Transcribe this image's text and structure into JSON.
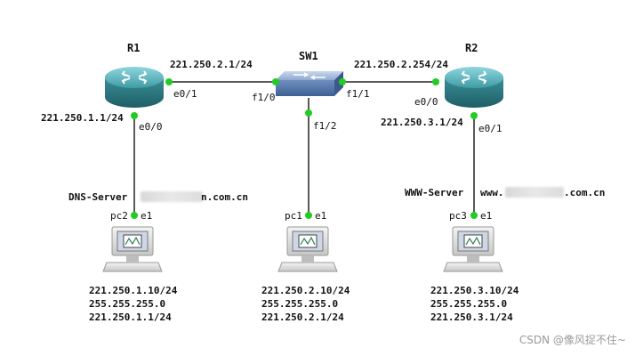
{
  "devices": {
    "r1": {
      "name": "R1",
      "if_up": "e0/1",
      "if_down": "e0/0",
      "ip_up": "221.250.2.1/24",
      "ip_down": "221.250.1.1/24"
    },
    "sw1": {
      "name": "SW1",
      "if_left": "f1/0",
      "if_right": "f1/1",
      "if_down": "f1/2"
    },
    "r2": {
      "name": "R2",
      "if_up": "e0/0",
      "if_down": "e0/1",
      "ip_up": "221.250.2.254/24",
      "ip_down": "221.250.3.1/24"
    }
  },
  "hosts": [
    {
      "name": "pc2",
      "iface": "e1",
      "role": "DNS-Server",
      "domain_suffix": "n.com.cn",
      "ip": "221.250.1.10/24",
      "mask": "255.255.255.0",
      "gateway": "221.250.1.1/24"
    },
    {
      "name": "pc1",
      "iface": "e1",
      "ip": "221.250.2.10/24",
      "mask": "255.255.255.0",
      "gateway": "221.250.2.1/24"
    },
    {
      "name": "pc3",
      "iface": "e1",
      "role": "WWW-Server",
      "domain_prefix": "www.",
      "domain_suffix": ".com.cn",
      "ip": "221.250.3.10/24",
      "mask": "255.255.255.0",
      "gateway": "221.250.3.1/24"
    }
  ],
  "watermark": "CSDN @像风捉不住~",
  "colors": {
    "link": "#222222",
    "port_dot": "#22cc22",
    "router": "#2f8c95",
    "switch": "#5a7fb0"
  }
}
